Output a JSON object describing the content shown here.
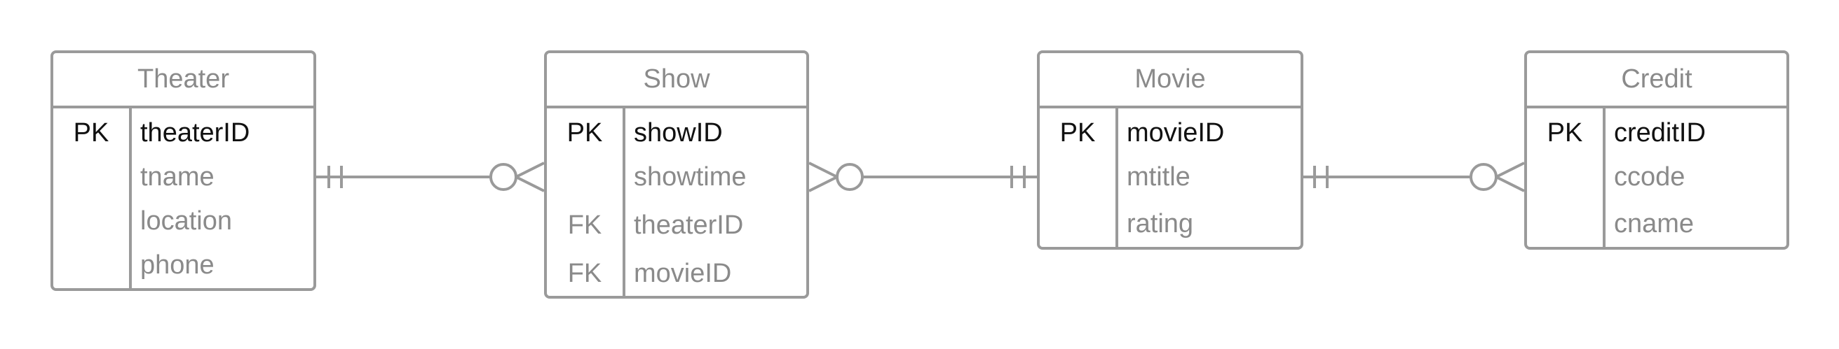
{
  "entities": {
    "theater": {
      "title": "Theater",
      "rows": [
        {
          "key": "PK",
          "attr": "theaterID"
        },
        {
          "key": "",
          "attr": "tname"
        },
        {
          "key": "",
          "attr": "location"
        },
        {
          "key": "",
          "attr": "phone"
        }
      ]
    },
    "show": {
      "title": "Show",
      "rows": [
        {
          "key": "PK",
          "attr": "showID"
        },
        {
          "key": "",
          "attr": "showtime"
        },
        {
          "key": "FK",
          "attr": "theaterID"
        },
        {
          "key": "FK",
          "attr": "movieID"
        }
      ]
    },
    "movie": {
      "title": "Movie",
      "rows": [
        {
          "key": "PK",
          "attr": "movieID"
        },
        {
          "key": "",
          "attr": "mtitle"
        },
        {
          "key": "",
          "attr": "rating"
        }
      ]
    },
    "credit": {
      "title": "Credit",
      "rows": [
        {
          "key": "PK",
          "attr": "creditID"
        },
        {
          "key": "",
          "attr": "ccode"
        },
        {
          "key": "",
          "attr": "cname"
        }
      ]
    }
  },
  "relationships": [
    {
      "from": "theater",
      "to": "show",
      "from_cardinality": "one-and-only-one",
      "to_cardinality": "zero-or-many"
    },
    {
      "from": "show",
      "to": "movie",
      "from_cardinality": "zero-or-many",
      "to_cardinality": "one-and-only-one"
    },
    {
      "from": "movie",
      "to": "credit",
      "from_cardinality": "one-and-only-one",
      "to_cardinality": "zero-or-many"
    }
  ],
  "colors": {
    "border": "#9a9a9a",
    "primary_text": "#111111",
    "secondary_text": "#8a8a8a"
  }
}
